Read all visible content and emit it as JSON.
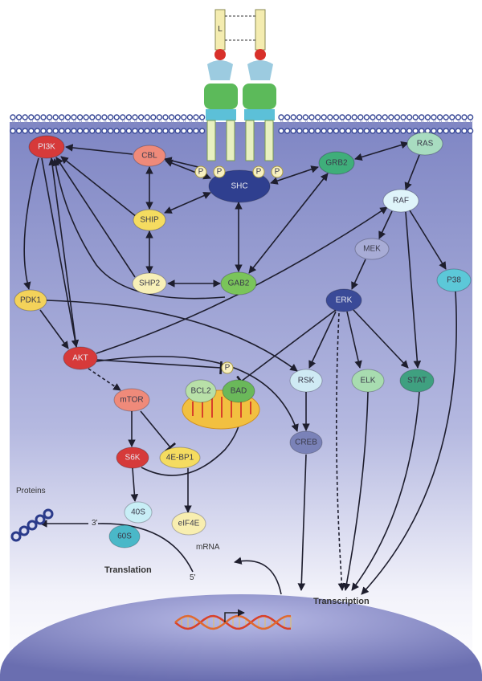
{
  "ligand_label": "L",
  "phospho_label": "P",
  "nodes": [
    {
      "id": "pi3k",
      "label": "PI3K",
      "color": "#d63a3a"
    },
    {
      "id": "cbl",
      "label": "CBL",
      "color": "#ef8a7a"
    },
    {
      "id": "shc",
      "label": "SHC",
      "color": "#2f3f8f"
    },
    {
      "id": "grb2",
      "label": "GRB2",
      "color": "#3fae7a"
    },
    {
      "id": "ras",
      "label": "RAS",
      "color": "#a8dcc0"
    },
    {
      "id": "raf",
      "label": "RAF",
      "color": "#dff4fa"
    },
    {
      "id": "ship",
      "label": "SHIP",
      "color": "#f5dc60"
    },
    {
      "id": "mek",
      "label": "MEK",
      "color": "#a8acd6"
    },
    {
      "id": "shp2",
      "label": "SHP2",
      "color": "#f8f0b8"
    },
    {
      "id": "gab2",
      "label": "GAB2",
      "color": "#7ac45a"
    },
    {
      "id": "erk",
      "label": "ERK",
      "color": "#3a4a98"
    },
    {
      "id": "p38",
      "label": "P38",
      "color": "#5cc8d8"
    },
    {
      "id": "pdk1",
      "label": "PDK1",
      "color": "#f3d25a"
    },
    {
      "id": "akt",
      "label": "AKT",
      "color": "#d63a3a"
    },
    {
      "id": "rsk",
      "label": "RSK",
      "color": "#cfeaf4"
    },
    {
      "id": "elk",
      "label": "ELK",
      "color": "#a8dcb0"
    },
    {
      "id": "stat",
      "label": "STAT",
      "color": "#3fa080"
    },
    {
      "id": "bcl2",
      "label": "BCL2",
      "color": "#b8e0a8"
    },
    {
      "id": "bad",
      "label": "BAD",
      "color": "#6ab85a"
    },
    {
      "id": "mtor",
      "label": "mTOR",
      "color": "#ef8a7a"
    },
    {
      "id": "creb",
      "label": "CREB",
      "color": "#7a82b8"
    },
    {
      "id": "s6k",
      "label": "S6K",
      "color": "#d63a3a"
    },
    {
      "id": "4ebp1",
      "label": "4E-BP1",
      "color": "#f5dc60"
    },
    {
      "id": "40s",
      "label": "40S",
      "color": "#c8eef6"
    },
    {
      "id": "60s",
      "label": "60S",
      "color": "#4ab8c8"
    },
    {
      "id": "eif4e",
      "label": "eIF4E",
      "color": "#f8eeb0"
    }
  ],
  "labels": {
    "proteins": "Proteins",
    "three_prime": "3'",
    "five_prime": "5'",
    "mrna": "mRNA",
    "translation": "Translation",
    "transcription": "Transcription"
  },
  "colors": {
    "cytoplasm": "#8a90c8",
    "membrane": "#3a4a98",
    "nucleus": "#8a8cc8",
    "edge": "#1e1e2e"
  }
}
